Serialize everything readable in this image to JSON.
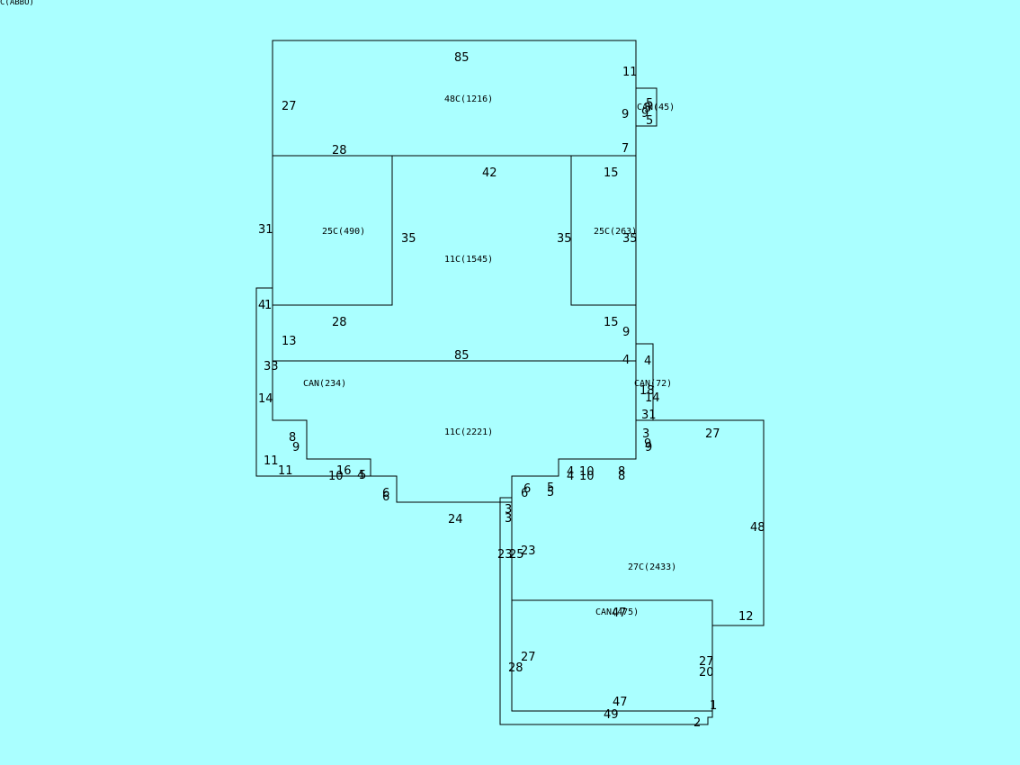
{
  "header": {
    "corner_text": "C(ABBO)"
  },
  "plan": {
    "areas": [
      {
        "id": "a1",
        "label": "48C(1216)"
      },
      {
        "id": "a2",
        "label": "CAN(45)"
      },
      {
        "id": "a3",
        "label": "25C(490)"
      },
      {
        "id": "a4",
        "label": "11C(1545)"
      },
      {
        "id": "a5",
        "label": "25C(263)"
      },
      {
        "id": "a6",
        "label": "CAN(234)"
      },
      {
        "id": "a7",
        "label": "CAN(72)"
      },
      {
        "id": "a8",
        "label": "11C(2221)"
      },
      {
        "id": "a9",
        "label": "27C(2433)"
      },
      {
        "id": "a10",
        "label": "CAN(475)"
      }
    ],
    "dimensions": [
      "85",
      "11",
      "27",
      "9",
      "7",
      "5",
      "5",
      "9",
      "5",
      "28",
      "42",
      "15",
      "31",
      "35",
      "35",
      "35",
      "4",
      "1",
      "28",
      "15",
      "9",
      "13",
      "85",
      "4",
      "4",
      "33",
      "18",
      "14",
      "14",
      "31",
      "3",
      "9",
      "9",
      "27",
      "8",
      "9",
      "11",
      "11",
      "16",
      "10",
      "4",
      "5",
      "4",
      "4",
      "10",
      "10",
      "8",
      "8",
      "6",
      "6",
      "6",
      "6",
      "5",
      "5",
      "3",
      "3",
      "24",
      "23",
      "25",
      "23",
      "48",
      "47",
      "12",
      "27",
      "28",
      "27",
      "20",
      "47",
      "1",
      "49",
      "2"
    ]
  }
}
